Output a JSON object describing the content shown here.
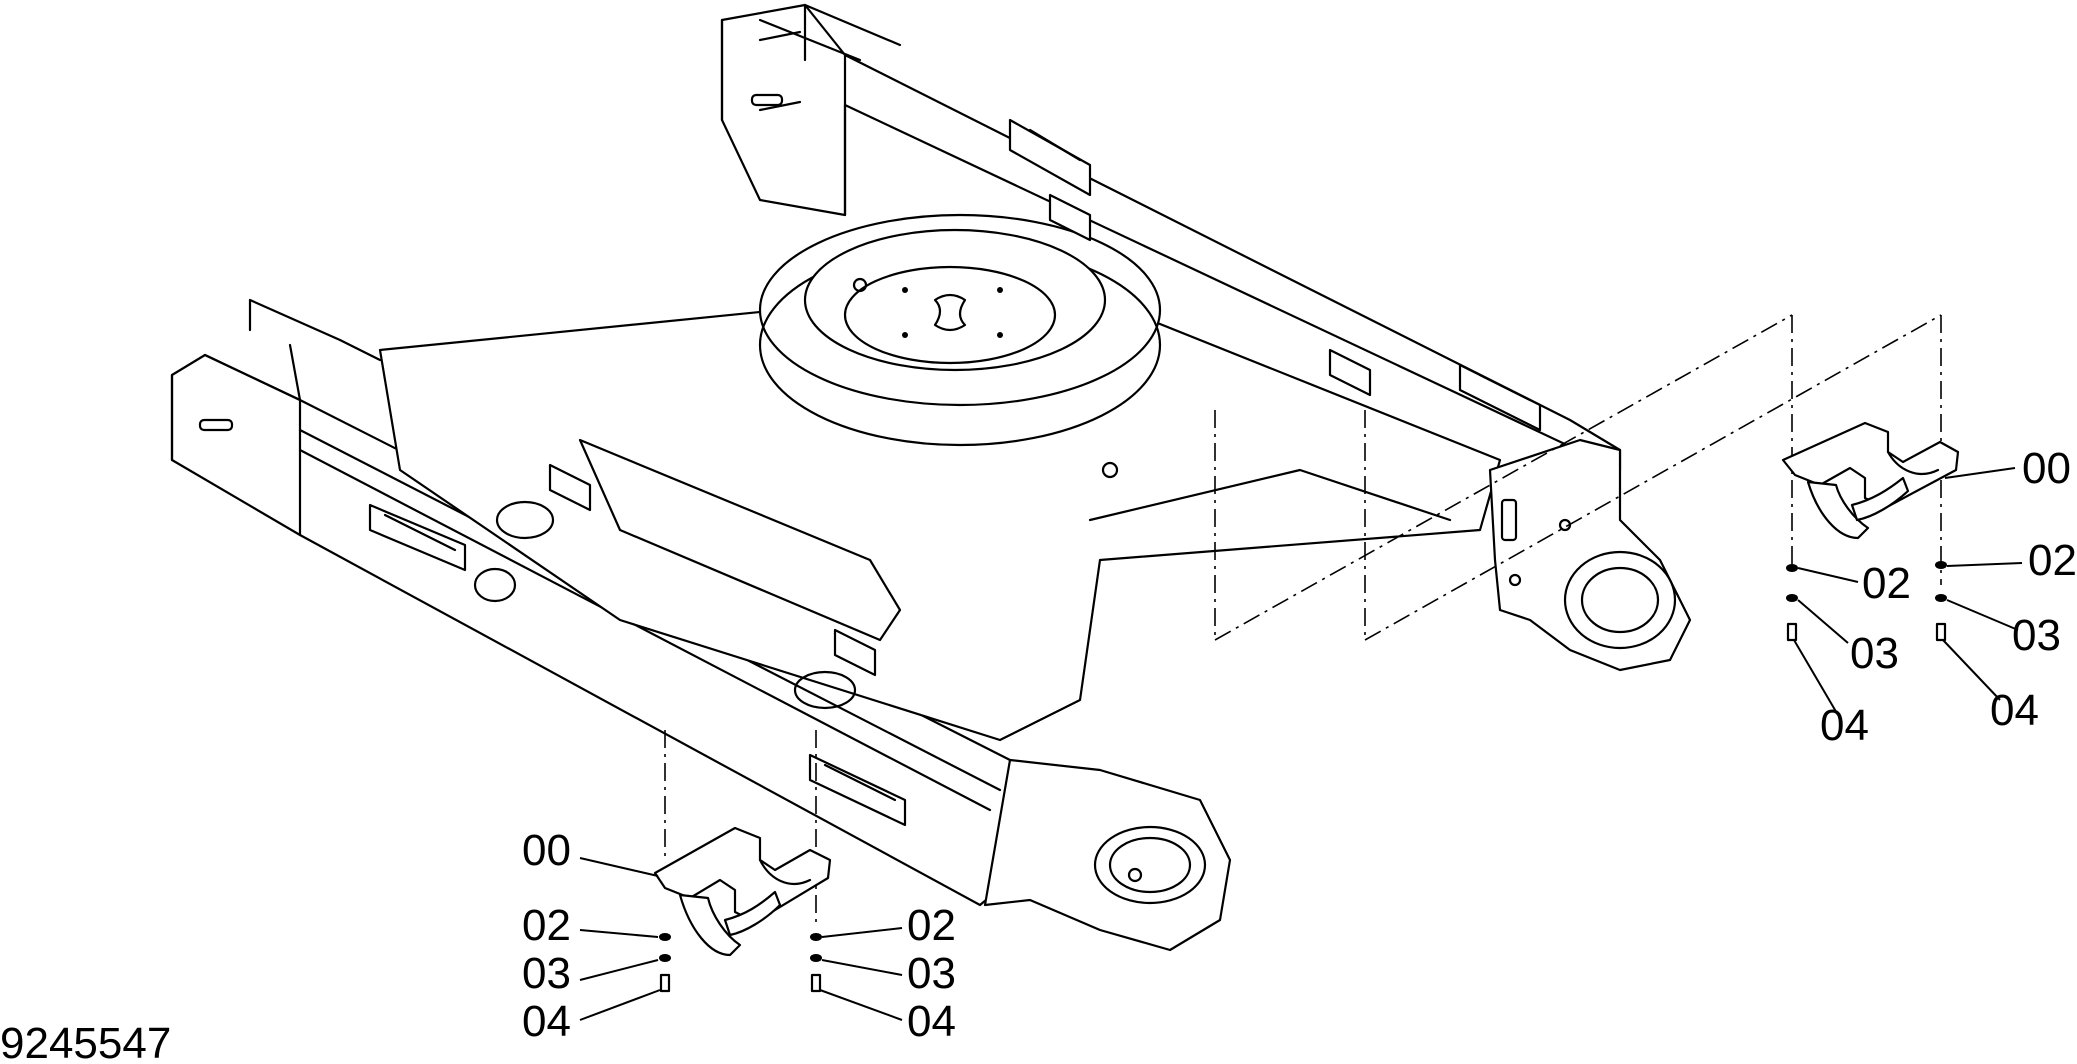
{
  "drawing": {
    "document_number": "9245547"
  },
  "callouts": [
    {
      "id": "c00a",
      "text": "00"
    },
    {
      "id": "c02a",
      "text": "02"
    },
    {
      "id": "c03a",
      "text": "03"
    },
    {
      "id": "c04a",
      "text": "04"
    },
    {
      "id": "c02b",
      "text": "02"
    },
    {
      "id": "c03b",
      "text": "03"
    },
    {
      "id": "c04b",
      "text": "04"
    },
    {
      "id": "c00c",
      "text": "00"
    },
    {
      "id": "c02c",
      "text": "02"
    },
    {
      "id": "c03c",
      "text": "03"
    },
    {
      "id": "c04c",
      "text": "04"
    },
    {
      "id": "c02d",
      "text": "02"
    },
    {
      "id": "c03d",
      "text": "03"
    },
    {
      "id": "c04d",
      "text": "04"
    }
  ],
  "icons": [
    "undercarriage-frame-drawing",
    "track-guard-part",
    "washer-part",
    "bolt-part"
  ]
}
